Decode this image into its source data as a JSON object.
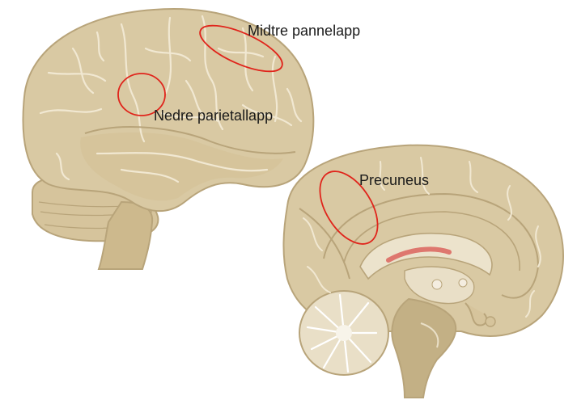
{
  "labels": {
    "middle_frontal": "Midtre pannelapp",
    "inferior_parietal": "Nedre parietallapp",
    "precuneus": "Precuneus"
  },
  "colors": {
    "brain_fill": "#d9c9a3",
    "brain_shade": "#cbb98f",
    "brain_outline": "#b8a47a",
    "sulci": "#f1e8d2",
    "highlight_ring": "#e0241b",
    "corpus_callosum_tint": "#d9534f",
    "deep_structures": "#e9dfc7",
    "cerebellum_light": "#f4ede0",
    "brainstem_dark": "#c3b085"
  },
  "icons": {
    "lateral_view": "brain-lateral-icon",
    "medial_view": "brain-medial-icon"
  }
}
